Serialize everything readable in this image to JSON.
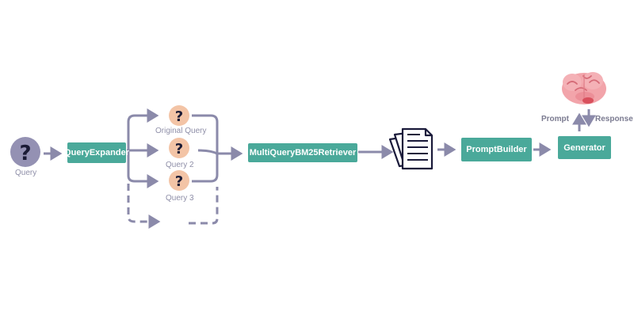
{
  "query": {
    "label": "Query",
    "symbol": "?"
  },
  "expander": {
    "label": "QueryExpander"
  },
  "expanded_queries": [
    {
      "label": "Original Query",
      "symbol": "?"
    },
    {
      "label": "Query 2",
      "symbol": "?"
    },
    {
      "label": "Query 3",
      "symbol": "?"
    }
  ],
  "retriever": {
    "label": "MultiQueryBM25Retriever"
  },
  "prompt_builder": {
    "label": "PromptBuilder"
  },
  "generator": {
    "label": "Generator"
  },
  "llm_labels": {
    "prompt": "Prompt",
    "response": "Response"
  },
  "colors": {
    "box": "#4aa99a",
    "arrow": "#8b8aaa",
    "query_circle": "#9491b3",
    "expanded_circle": "#f3c4a6",
    "label": "#8f8fa8"
  },
  "icons": {
    "documents": "documents-icon",
    "brain": "brain-icon"
  }
}
